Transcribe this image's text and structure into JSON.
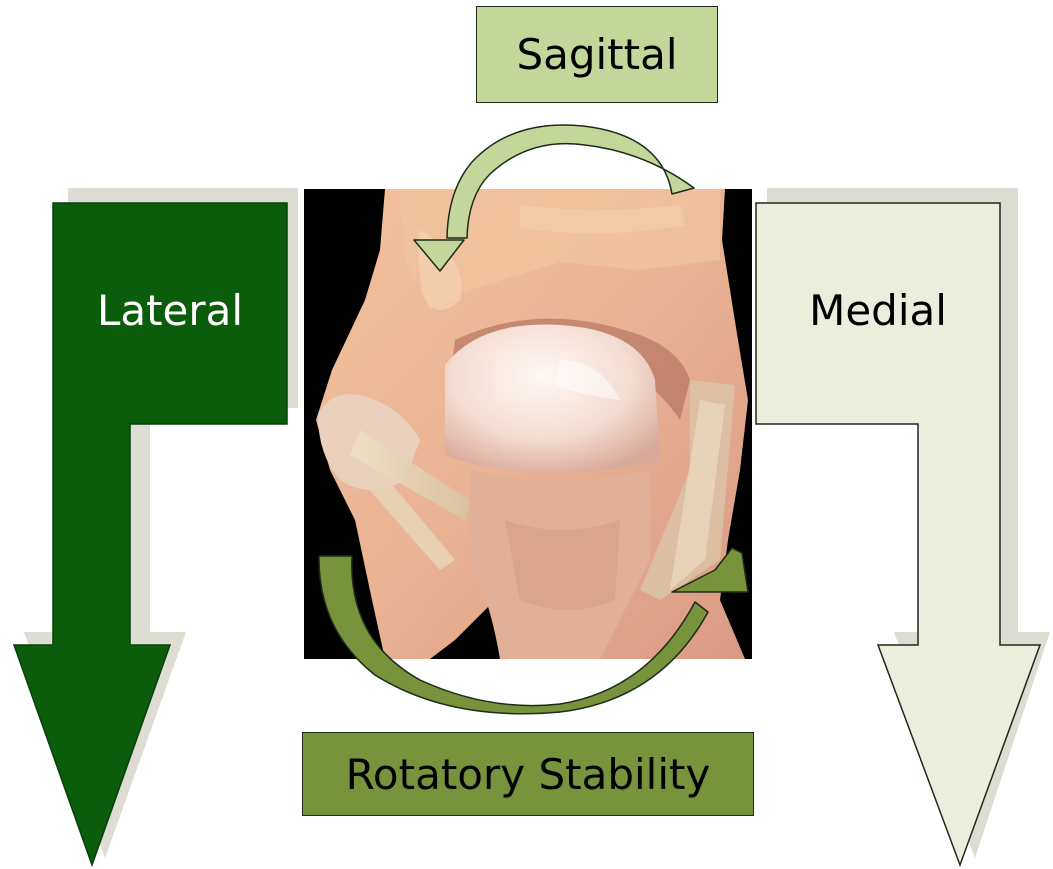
{
  "labels": {
    "sagittal": "Sagittal",
    "lateral": "Lateral",
    "medial": "Medial",
    "rotatory": "Rotatory Stability"
  },
  "colors": {
    "lateral_arrow": "#0b5c0b",
    "medial_arrow": "#ebeedd",
    "sagittal_box": "#c4d79b",
    "rotatory_box": "#77933c",
    "sagittal_curve": "#c4d79b",
    "rotatory_curve": "#77933c",
    "shadow": "#ddddd4",
    "photo_background": "#000000"
  },
  "image": {
    "subject": "dissected joint specimen photograph"
  }
}
